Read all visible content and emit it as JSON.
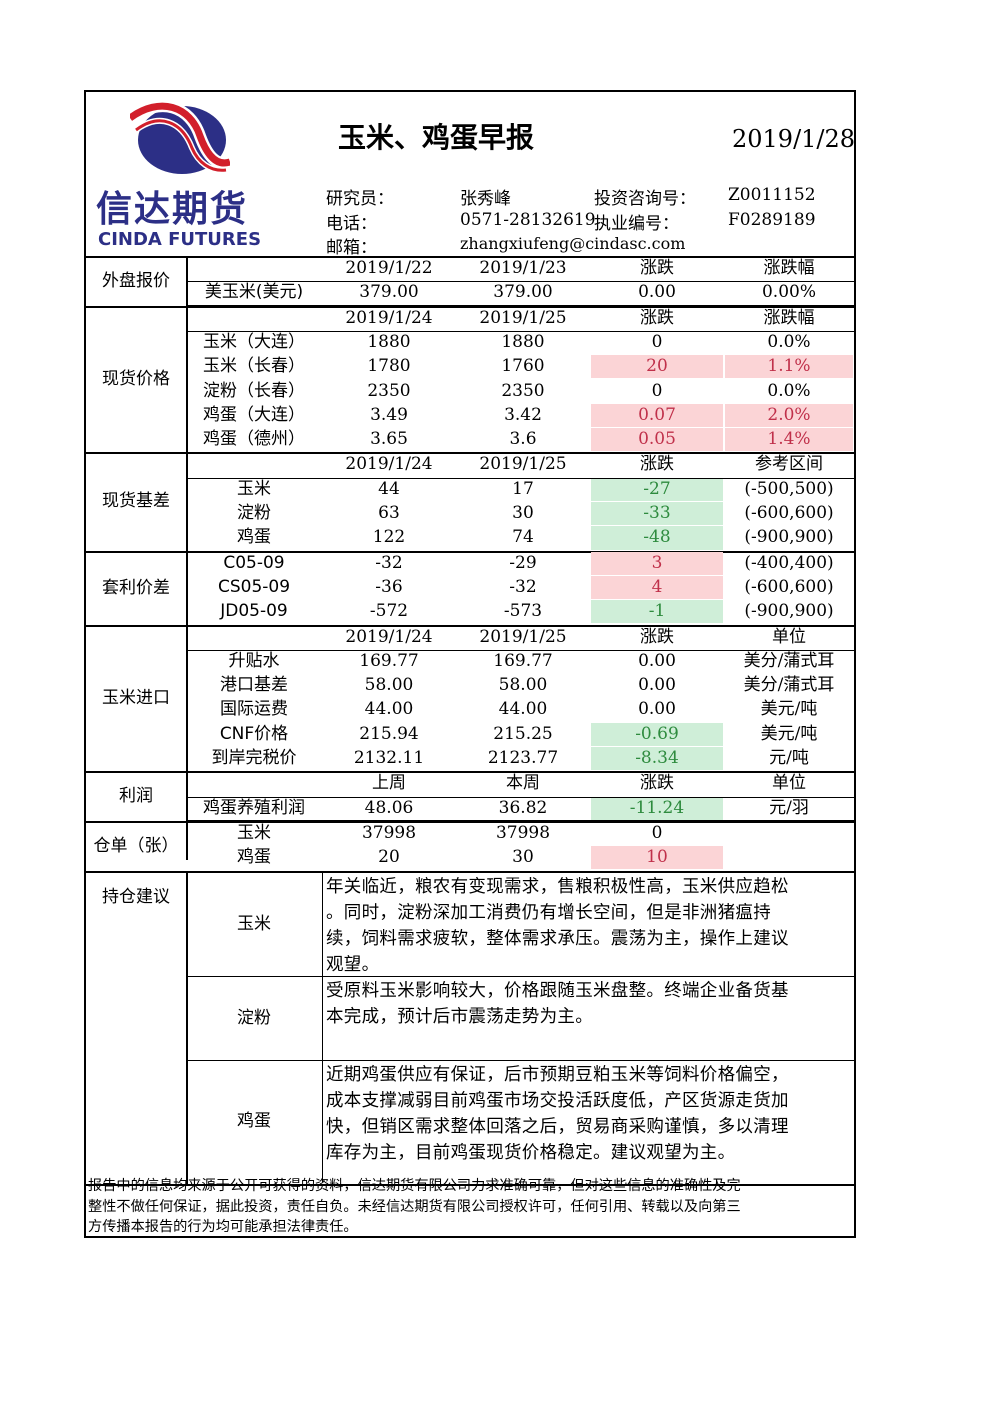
{
  "header": {
    "brand_cn": "信达期货",
    "brand_en": "CINDA FUTURES",
    "title": "玉米、鸡蛋早报",
    "date": "2019/1/28",
    "researcher_label": "研究员：",
    "researcher": "张秀峰",
    "consult_label": "投资咨询号：",
    "consult_no": "Z0011152",
    "phone_label": "电话：",
    "phone": "0571-28132619",
    "license_label": "执业编号：",
    "license_no": "F0289189",
    "email_label": "邮箱：",
    "email": "zhangxiufeng@cindasc.com"
  },
  "colors": {
    "red_bg": "#fbd4d6",
    "red_text": "#c0304a",
    "green_bg": "#cfeed8",
    "green_text": "#2e8b3e"
  },
  "sections": {
    "foreign": {
      "label": "外盘报价",
      "header": [
        "",
        "2019/1/22",
        "2019/1/23",
        "涨跌",
        "涨跌幅"
      ],
      "rows": [
        {
          "cells": [
            "美玉米(美元)",
            "379.00",
            "379.00",
            "0.00",
            "0.00%"
          ],
          "hl": [
            "",
            "",
            "",
            "",
            ""
          ]
        }
      ]
    },
    "spot": {
      "label": "现货价格",
      "header": [
        "",
        "2019/1/24",
        "2019/1/25",
        "涨跌",
        "涨跌幅"
      ],
      "rows": [
        {
          "cells": [
            "玉米（大连）",
            "1880",
            "1880",
            "0",
            "0.0%"
          ],
          "hl": [
            "",
            "",
            "",
            "",
            ""
          ]
        },
        {
          "cells": [
            "玉米（长春）",
            "1780",
            "1760",
            "20",
            "1.1%"
          ],
          "hl": [
            "",
            "",
            "",
            "red",
            "red"
          ]
        },
        {
          "cells": [
            "淀粉（长春）",
            "2350",
            "2350",
            "0",
            "0.0%"
          ],
          "hl": [
            "",
            "",
            "",
            "",
            ""
          ]
        },
        {
          "cells": [
            "鸡蛋（大连）",
            "3.49",
            "3.42",
            "0.07",
            "2.0%"
          ],
          "hl": [
            "",
            "",
            "",
            "red",
            "red"
          ]
        },
        {
          "cells": [
            "鸡蛋（德州）",
            "3.65",
            "3.6",
            "0.05",
            "1.4%"
          ],
          "hl": [
            "",
            "",
            "",
            "red",
            "red"
          ]
        }
      ]
    },
    "basis": {
      "label": "现货基差",
      "header": [
        "",
        "2019/1/24",
        "2019/1/25",
        "涨跌",
        "参考区间"
      ],
      "rows": [
        {
          "cells": [
            "玉米",
            "44",
            "17",
            "-27",
            "(-500,500)"
          ],
          "hl": [
            "",
            "",
            "",
            "green",
            ""
          ]
        },
        {
          "cells": [
            "淀粉",
            "63",
            "30",
            "-33",
            "(-600,600)"
          ],
          "hl": [
            "",
            "",
            "",
            "green",
            ""
          ]
        },
        {
          "cells": [
            "鸡蛋",
            "122",
            "74",
            "-48",
            "(-900,900)"
          ],
          "hl": [
            "",
            "",
            "",
            "green",
            ""
          ]
        }
      ]
    },
    "spread": {
      "label": "套利价差",
      "rows": [
        {
          "cells": [
            "C05-09",
            "-32",
            "-29",
            "3",
            "(-400,400)"
          ],
          "hl": [
            "",
            "",
            "",
            "red",
            ""
          ]
        },
        {
          "cells": [
            "CS05-09",
            "-36",
            "-32",
            "4",
            "(-600,600)"
          ],
          "hl": [
            "",
            "",
            "",
            "red",
            ""
          ]
        },
        {
          "cells": [
            "JD05-09",
            "-572",
            "-573",
            "-1",
            "(-900,900)"
          ],
          "hl": [
            "",
            "",
            "",
            "green",
            ""
          ]
        }
      ]
    },
    "import": {
      "label": "玉米进口",
      "header": [
        "",
        "2019/1/24",
        "2019/1/25",
        "涨跌",
        "单位"
      ],
      "rows": [
        {
          "cells": [
            "升贴水",
            "169.77",
            "169.77",
            "0.00",
            "美分/蒲式耳"
          ],
          "hl": [
            "",
            "",
            "",
            "",
            ""
          ]
        },
        {
          "cells": [
            "港口基差",
            "58.00",
            "58.00",
            "0.00",
            "美分/蒲式耳"
          ],
          "hl": [
            "",
            "",
            "",
            "",
            ""
          ]
        },
        {
          "cells": [
            "国际运费",
            "44.00",
            "44.00",
            "0.00",
            "美元/吨"
          ],
          "hl": [
            "",
            "",
            "",
            "",
            ""
          ]
        },
        {
          "cells": [
            "CNF价格",
            "215.94",
            "215.25",
            "-0.69",
            "美元/吨"
          ],
          "hl": [
            "",
            "",
            "",
            "green",
            ""
          ]
        },
        {
          "cells": [
            "到岸完税价",
            "2132.11",
            "2123.77",
            "-8.34",
            "元/吨"
          ],
          "hl": [
            "",
            "",
            "",
            "green",
            ""
          ]
        }
      ]
    },
    "profit": {
      "label": "利润",
      "header": [
        "",
        "上周",
        "本周",
        "涨跌",
        "单位"
      ],
      "rows": [
        {
          "cells": [
            "鸡蛋养殖利润",
            "48.06",
            "36.82",
            "-11.24",
            "元/羽"
          ],
          "hl": [
            "",
            "",
            "",
            "green",
            ""
          ]
        }
      ]
    },
    "warehouse": {
      "label": "仓单（张）",
      "rows": [
        {
          "cells": [
            "玉米",
            "37998",
            "37998",
            "0",
            ""
          ],
          "hl": [
            "",
            "",
            "",
            "",
            ""
          ]
        },
        {
          "cells": [
            "鸡蛋",
            "20",
            "30",
            "10",
            ""
          ],
          "hl": [
            "",
            "",
            "",
            "red",
            ""
          ]
        }
      ]
    },
    "advice": {
      "label": "持仓建议",
      "items": [
        {
          "name": "玉米",
          "lines": [
            "年关临近，粮农有变现需求，售粮积极性高，玉米供应趋松",
            "。同时，淀粉深加工消费仍有增长空间，但是非洲猪瘟持",
            "续，饲料需求疲软，整体需求承压。震荡为主，操作上建议",
            "观望。"
          ]
        },
        {
          "name": "淀粉",
          "lines": [
            "受原料玉米影响较大，价格跟随玉米盘整。终端企业备货基",
            "本完成，预计后市震荡走势为主。"
          ]
        },
        {
          "name": "鸡蛋",
          "lines": [
            "近期鸡蛋供应有保证，后市预期豆粕玉米等饲料价格偏空，",
            "成本支撑减弱目前鸡蛋市场交投活跃度低，产区货源走货加",
            "快，但销区需求整体回落之后，贸易商采购谨慎，多以清理",
            "库存为主，目前鸡蛋现货价格稳定。建议观望为主。"
          ]
        }
      ]
    }
  },
  "disclaimer": [
    "报告中的信息均来源于公开可获得的资料，信达期货有限公司力求准确可靠，但对这些信息的准确性及完",
    "整性不做任何保证，据此投资，责任自负。未经信达期货有限公司授权许可，任何引用、转载以及向第三",
    "方传播本报告的行为均可能承担法律责任。"
  ]
}
